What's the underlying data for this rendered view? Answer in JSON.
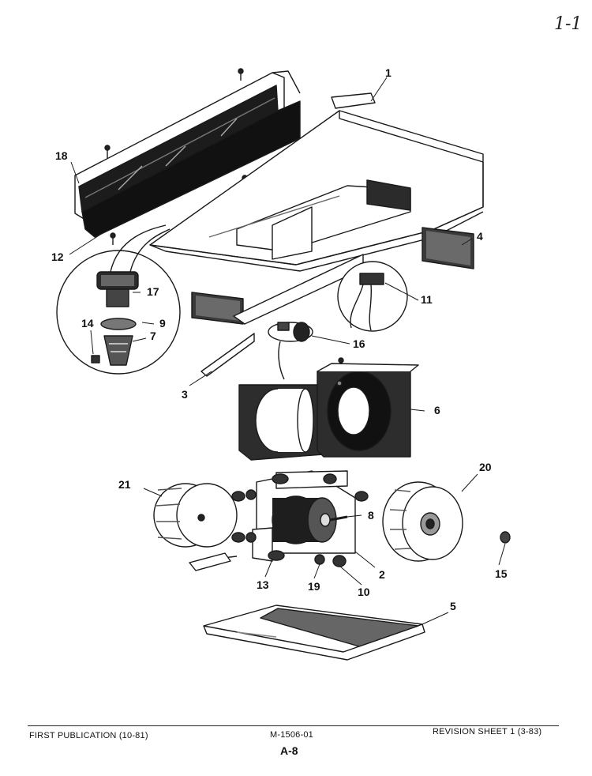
{
  "corner_mark": "1-1",
  "callouts": {
    "c1": "1",
    "c2": "2",
    "c3": "3",
    "c4": "4",
    "c5": "5",
    "c6": "6",
    "c7": "7",
    "c8": "8",
    "c9": "9",
    "c10": "10",
    "c11": "11",
    "c12": "12",
    "c13": "13",
    "c14": "14",
    "c15": "15",
    "c16": "16",
    "c17": "17",
    "c18": "18",
    "c19": "19",
    "c20": "20",
    "c21": "21"
  },
  "footer": {
    "left": "FIRST PUBLICATION (10-81)",
    "center": "M-1506-01",
    "right": "REVISION SHEET 1 (3-83)",
    "page": "A-8"
  }
}
